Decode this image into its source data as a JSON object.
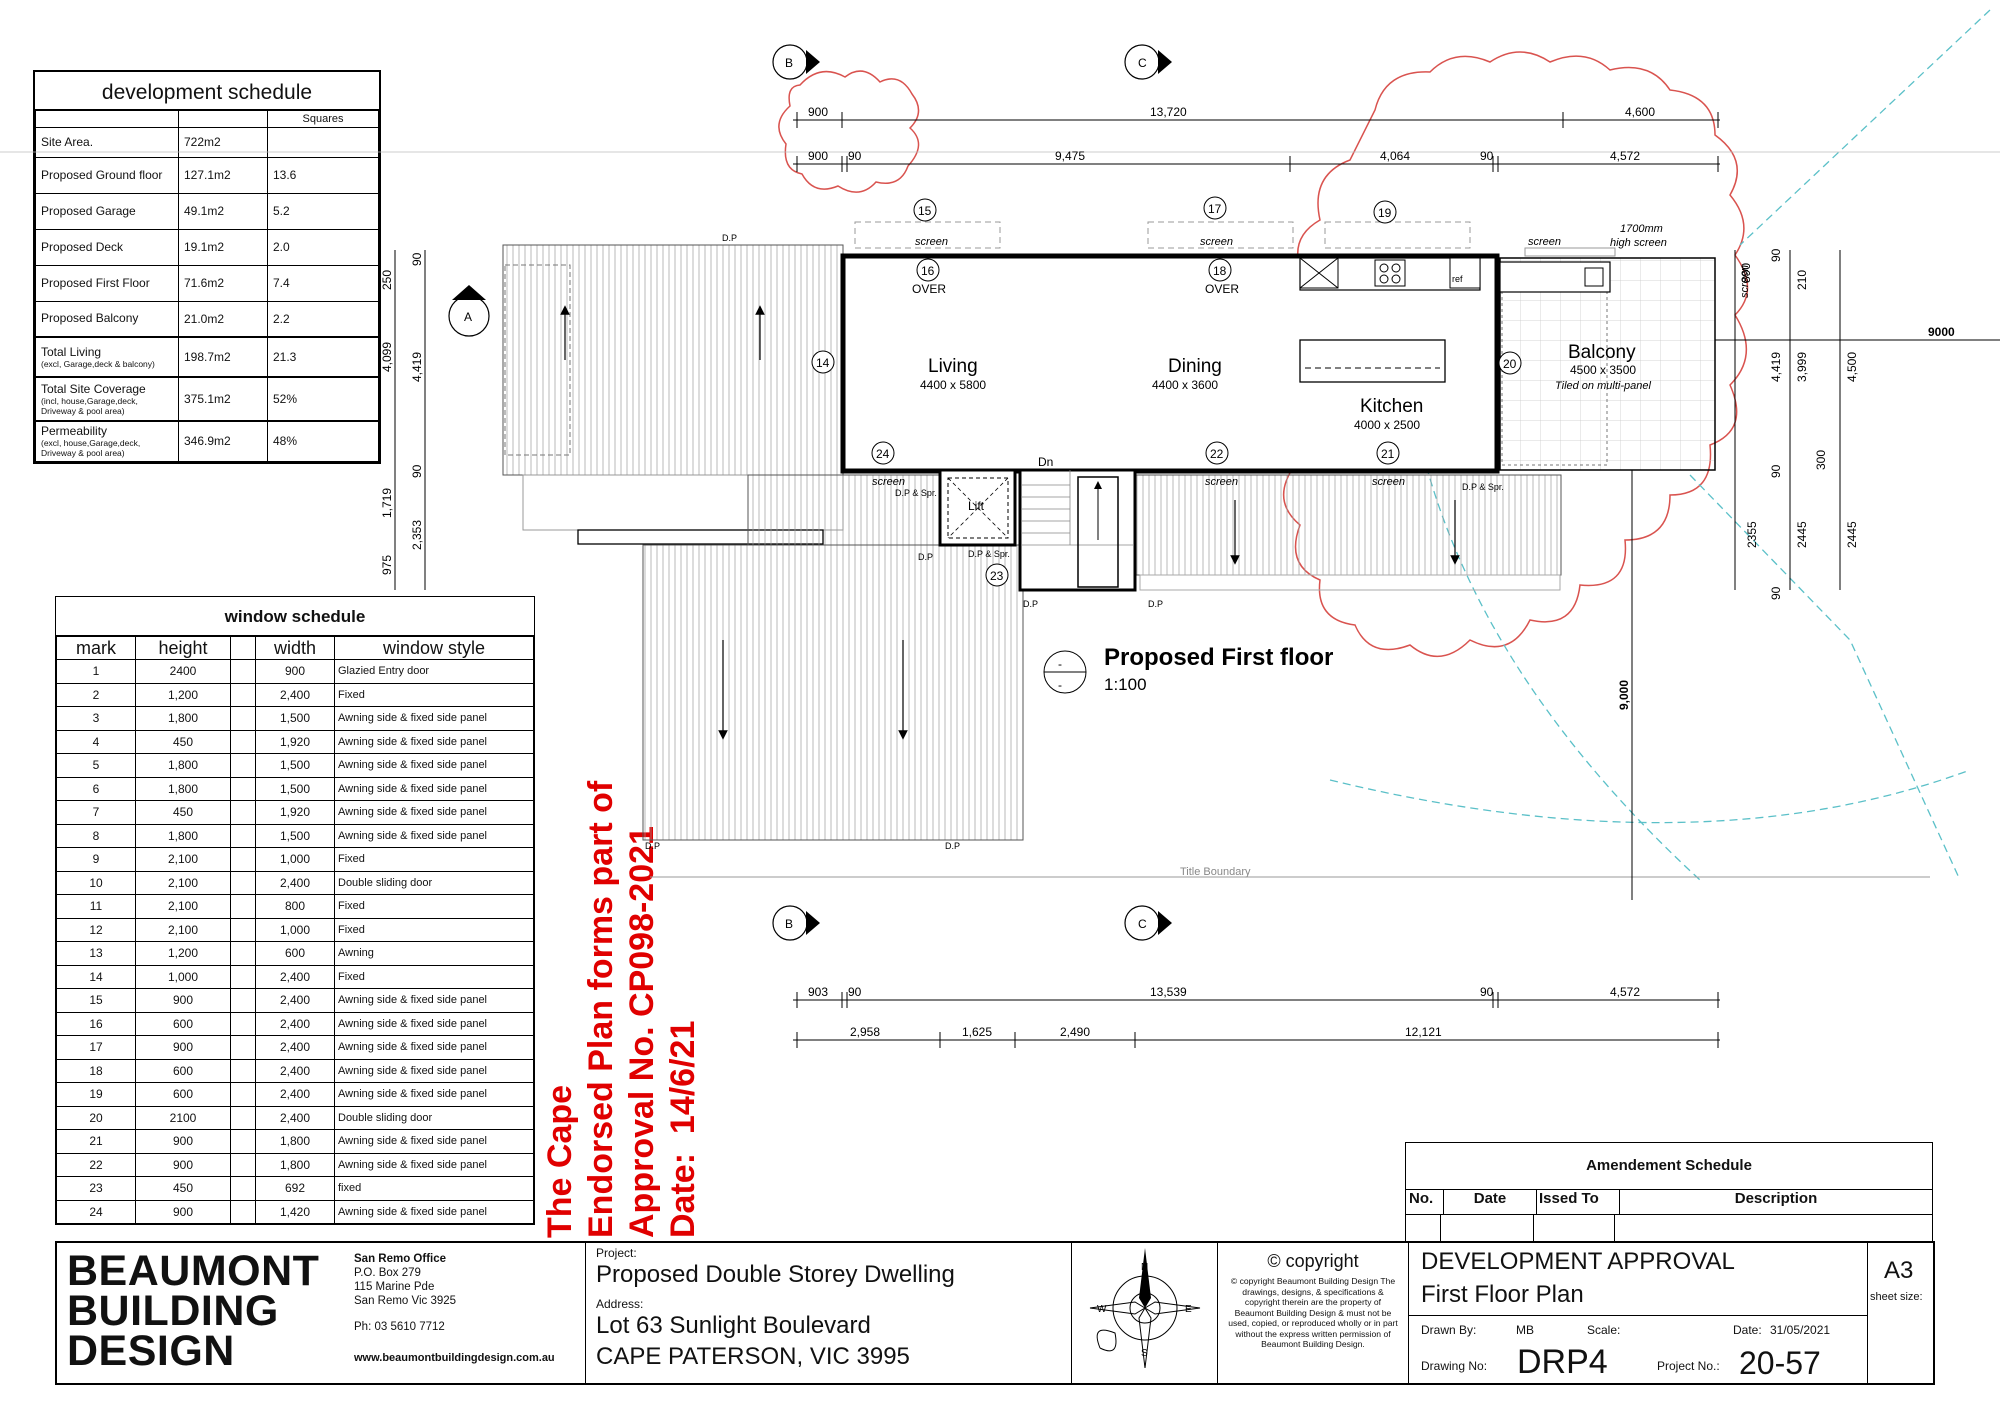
{
  "development_schedule": {
    "title": "development schedule",
    "squares_header": "Squares",
    "rows": [
      {
        "label": "Site Area.",
        "sub": "",
        "area": "722m2",
        "squares": ""
      },
      {
        "label": "Proposed Ground floor",
        "sub": "",
        "area": "127.1m2",
        "squares": "13.6"
      },
      {
        "label": "Proposed Garage",
        "sub": "",
        "area": "49.1m2",
        "squares": "5.2"
      },
      {
        "label": "Proposed Deck",
        "sub": "",
        "area": "19.1m2",
        "squares": "2.0"
      },
      {
        "label": "Proposed First Floor",
        "sub": "",
        "area": "71.6m2",
        "squares": "7.4"
      },
      {
        "label": "Proposed Balcony",
        "sub": "",
        "area": "21.0m2",
        "squares": "2.2"
      },
      {
        "label": "Total Living",
        "sub": "(excl, Garage,deck & balcony)",
        "area": "198.7m2",
        "squares": "21.3"
      },
      {
        "label": "Total Site Coverage",
        "sub": "(incl, house,Garage,deck, Driveway & pool area)",
        "area": "375.1m2",
        "squares": "52%"
      },
      {
        "label": "Permeability",
        "sub": "(excl, house,Garage,deck, Driveway & pool area)",
        "area": "346.9m2",
        "squares": "48%"
      }
    ]
  },
  "window_schedule": {
    "title": "window schedule",
    "headers": [
      "mark",
      "height",
      "width",
      "window style"
    ],
    "rows": [
      [
        "1",
        "2400",
        "900",
        "Glazied Entry door"
      ],
      [
        "2",
        "1,200",
        "2,400",
        "Fixed"
      ],
      [
        "3",
        "1,800",
        "1,500",
        "Awning side & fixed side panel"
      ],
      [
        "4",
        "450",
        "1,920",
        "Awning side & fixed side panel"
      ],
      [
        "5",
        "1,800",
        "1,500",
        "Awning side & fixed side panel"
      ],
      [
        "6",
        "1,800",
        "1,500",
        "Awning side & fixed side panel"
      ],
      [
        "7",
        "450",
        "1,920",
        "Awning side & fixed side panel"
      ],
      [
        "8",
        "1,800",
        "1,500",
        "Awning side & fixed side panel"
      ],
      [
        "9",
        "2,100",
        "1,000",
        "Fixed"
      ],
      [
        "10",
        "2,100",
        "2,400",
        "Double sliding door"
      ],
      [
        "11",
        "2,100",
        "800",
        "Fixed"
      ],
      [
        "12",
        "2,100",
        "1,000",
        "Fixed"
      ],
      [
        "13",
        "1,200",
        "600",
        "Awning"
      ],
      [
        "14",
        "1,000",
        "2,400",
        "Fixed"
      ],
      [
        "15",
        "900",
        "2,400",
        "Awning side & fixed side panel"
      ],
      [
        "16",
        "600",
        "2,400",
        "Awning side & fixed side panel"
      ],
      [
        "17",
        "900",
        "2,400",
        "Awning side & fixed side panel"
      ],
      [
        "18",
        "600",
        "2,400",
        "Awning side & fixed side panel"
      ],
      [
        "19",
        "600",
        "2,400",
        "Awning side & fixed side panel"
      ],
      [
        "20",
        "2100",
        "2,400",
        "Double sliding door"
      ],
      [
        "21",
        "900",
        "1,800",
        "Awning side & fixed side panel"
      ],
      [
        "22",
        "900",
        "1,800",
        "Awning side & fixed side panel"
      ],
      [
        "23",
        "450",
        "692",
        "fixed"
      ],
      [
        "24",
        "900",
        "1,420",
        "Awning side & fixed side panel"
      ]
    ]
  },
  "stamp": {
    "lines": [
      "The Cape",
      "Endorsed Plan forms part of",
      "Approval No. CP098-2021",
      "Date:  14/6/21"
    ]
  },
  "plan": {
    "title": "Proposed First floor",
    "scale": "1:100",
    "rooms": [
      {
        "name": "Living",
        "size": "4400 x 5800"
      },
      {
        "name": "Dining",
        "size": "4400 x 3600"
      },
      {
        "name": "Kitchen",
        "size": "4000 x 2500"
      },
      {
        "name": "Balcony",
        "size": "4500 x 3500",
        "note": "Tiled on multi-panel"
      }
    ],
    "labels": {
      "screen": "screen",
      "over": "OVER",
      "lift": "Lift",
      "dn": "Dn",
      "dp": "D.P",
      "dp_spr": "D.P & Spr.",
      "ref": "ref",
      "high_screen_1": "1700mm",
      "high_screen_2": "high screen",
      "title_boundary": "Title Boundary"
    },
    "section_markers": [
      "A",
      "B",
      "C"
    ],
    "window_marks": [
      "14",
      "15",
      "16",
      "17",
      "18",
      "19",
      "20",
      "21",
      "22",
      "23",
      "24"
    ],
    "top_dims_row1": [
      "900",
      "13,720",
      "4,600"
    ],
    "top_dims_row2": [
      "900",
      "90",
      "9,475",
      "4,064",
      "90",
      "4,572"
    ],
    "bottom_dims_row1": [
      "903",
      "90",
      "13,539",
      "90",
      "4,572"
    ],
    "bottom_dims_row2": [
      "2,958",
      "1,625",
      "2,490",
      "12,121"
    ],
    "left_dims_outer": [
      "250",
      "4,099",
      "1,719",
      "975"
    ],
    "left_dims_inner": [
      "90",
      "4,419",
      "90",
      "2,353"
    ],
    "right_dims": [
      "890",
      "90",
      "210",
      "4,419",
      "3,999",
      "4,500",
      "90",
      "300",
      "2355",
      "2445",
      "2445",
      "90"
    ],
    "setback_h": "9000",
    "setback_v": "9,000"
  },
  "amendment_schedule": {
    "title": "Amendement Schedule",
    "headers": [
      "No.",
      "Date",
      "Issed To",
      "Description"
    ]
  },
  "title_block": {
    "company": [
      "BEAUMONT",
      "BUILDING",
      "DESIGN"
    ],
    "office": [
      "San Remo Office",
      "P.O. Box 279",
      "115 Marine Pde",
      "San Remo Vic 3925"
    ],
    "phone": "Ph: 03 5610 7712",
    "website": "www.beaumontbuildingdesign.com.au",
    "project_label": "Project:",
    "project": "Proposed Double Storey Dwelling",
    "address_label": "Address:",
    "address_line1": "Lot 63 Sunlight Boulevard",
    "address_line2": "CAPE PATERSON, VIC 3995",
    "copyright_title": "© copyright",
    "copyright_text": "© copyright Beaumont Building Design The drawings, designs, & specifications & copyright therein are the property of Beaumont Building Design & must not be used, copied, or reproduced wholly or in part without the express written permission of Beaumont Building Design.",
    "status": "DEVELOPMENT APPROVAL",
    "sheet_title": "First Floor Plan",
    "sheet_size_value": "A3",
    "sheet_size_label": "sheet size:",
    "drawn_by_label": "Drawn By:",
    "drawn_by": "MB",
    "scale_label": "Scale:",
    "date_label": "Date:",
    "date": "31/05/2021",
    "drawing_no_label": "Drawing No:",
    "drawing_no": "DRP4",
    "project_no_label": "Project No.:",
    "project_no": "20-57"
  },
  "colors": {
    "stamp_red": "#e00000",
    "tree_outline": "#d9534f",
    "boundary_cyan": "#5bc0c8"
  }
}
